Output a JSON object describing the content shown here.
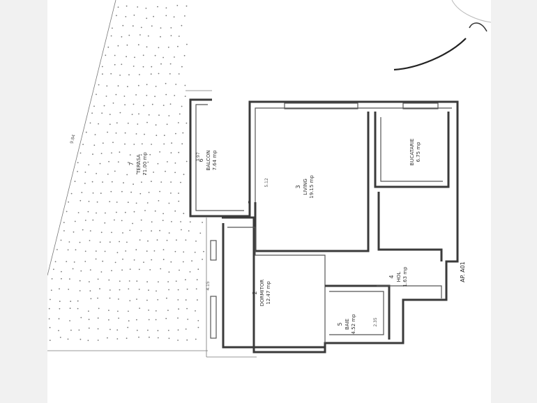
{
  "rooms": [
    {
      "num": "2",
      "name": "DORMITOR",
      "area": "12.47 mp"
    },
    {
      "num": "3",
      "name": "LIVING",
      "area": "19.15 mp"
    },
    {
      "num": "4",
      "name": "HOL",
      "area": "1.63 mp"
    },
    {
      "num": "5",
      "name": "BAIE",
      "area": "4.52 mp"
    },
    {
      "num": "6",
      "name": "BALCON",
      "area": "7.64 mp"
    },
    {
      "num": "7",
      "name": "TERASA",
      "area": "71.00 mp"
    },
    {
      "name": "BUCATARIE",
      "area": "6.75 mp"
    }
  ],
  "apartment_label": "AP. A01",
  "dimensions": {
    "terrace_edge": "9.84",
    "balcony_width": "3.97",
    "living_height": "5.12",
    "bedroom_height": "4.15",
    "bath_small": "2.35"
  },
  "colors": {
    "wall": "#3a3a3a",
    "paper": "#ffffff"
  }
}
